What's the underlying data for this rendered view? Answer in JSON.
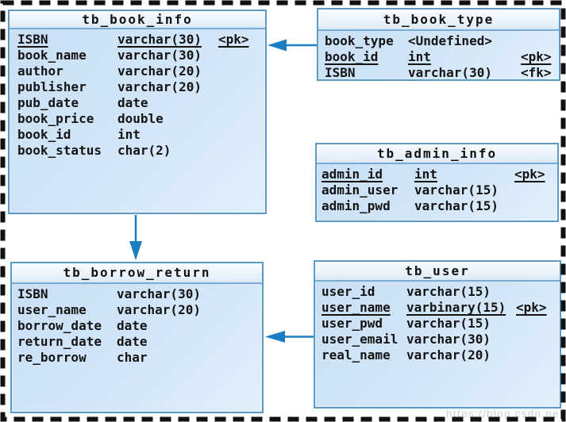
{
  "watermark": "https://blog.csdn.net",
  "colors": {
    "arrow_blue": "#1a7ec5",
    "box_border": "#5d9ac8",
    "box_fill": "#d3e6f8",
    "header_fill": "#e8f2fb",
    "marquee": "#111111"
  },
  "tables": [
    {
      "id": "tb_book_info",
      "title": "tb_book_info",
      "columns": [
        {
          "name": "ISBN",
          "type": "varchar(30)",
          "key": "<pk>",
          "underline": true
        },
        {
          "name": "book_name",
          "type": "varchar(30)",
          "key": "",
          "underline": false
        },
        {
          "name": "author",
          "type": "varchar(20)",
          "key": "",
          "underline": false
        },
        {
          "name": "publisher",
          "type": "varchar(20)",
          "key": "",
          "underline": false
        },
        {
          "name": "pub_date",
          "type": "date",
          "key": "",
          "underline": false
        },
        {
          "name": "book_price",
          "type": "double",
          "key": "",
          "underline": false
        },
        {
          "name": "book_id",
          "type": "int",
          "key": "",
          "underline": false
        },
        {
          "name": "book_status",
          "type": "char(2)",
          "key": "",
          "underline": false
        }
      ]
    },
    {
      "id": "tb_book_type",
      "title": "tb_book_type",
      "columns": [
        {
          "name": "book_type",
          "type": "<Undefined>",
          "key": "",
          "underline": false
        },
        {
          "name": "book_id",
          "type": "int",
          "key": "<pk>",
          "underline": true
        },
        {
          "name": "ISBN",
          "type": "varchar(30)",
          "key": "<fk>",
          "underline": false
        }
      ]
    },
    {
      "id": "tb_admin_info",
      "title": "tb_admin_info",
      "columns": [
        {
          "name": "admin_id",
          "type": "int",
          "key": "<pk>",
          "underline": true
        },
        {
          "name": "admin_user",
          "type": "varchar(15)",
          "key": "",
          "underline": false
        },
        {
          "name": "admin_pwd",
          "type": "varchar(15)",
          "key": "",
          "underline": false
        }
      ]
    },
    {
      "id": "tb_borrow_return",
      "title": "tb_borrow_return",
      "columns": [
        {
          "name": "ISBN",
          "type": "varchar(30)",
          "key": "",
          "underline": false
        },
        {
          "name": "user_name",
          "type": "varchar(20)",
          "key": "",
          "underline": false
        },
        {
          "name": "borrow_date",
          "type": "date",
          "key": "",
          "underline": false
        },
        {
          "name": "return_date",
          "type": "date",
          "key": "",
          "underline": false
        },
        {
          "name": "re_borrow",
          "type": "char",
          "key": "",
          "underline": false
        }
      ]
    },
    {
      "id": "tb_user",
      "title": "tb_user",
      "columns": [
        {
          "name": "user_id",
          "type": "varchar(15)",
          "key": "",
          "underline": false
        },
        {
          "name": "user_name",
          "type": "varbinary(15)",
          "key": "<pk>",
          "underline": true
        },
        {
          "name": "user_pwd",
          "type": "varchar(15)",
          "key": "",
          "underline": false
        },
        {
          "name": "user_email",
          "type": "varchar(30)",
          "key": "",
          "underline": false
        },
        {
          "name": "real_name",
          "type": "varchar(20)",
          "key": "",
          "underline": false
        }
      ]
    }
  ],
  "relations": [
    {
      "from": "tb_book_type",
      "to": "tb_book_info",
      "direction": "left"
    },
    {
      "from": "tb_book_info",
      "to": "tb_borrow_return",
      "direction": "down"
    },
    {
      "from": "tb_user",
      "to": "tb_borrow_return",
      "direction": "left"
    }
  ]
}
